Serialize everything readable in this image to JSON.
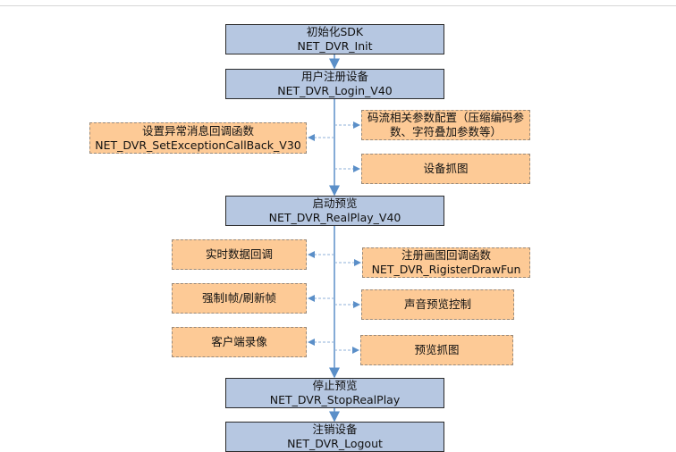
{
  "colors": {
    "main_fill": "#b6c7e1",
    "side_fill": "#fdca96",
    "flow_line": "#5b8fc8"
  },
  "main_steps": [
    {
      "title": "初始化SDK",
      "func": "NET_DVR_Init"
    },
    {
      "title": "用户注册设备",
      "func": "NET_DVR_Login_V40"
    },
    {
      "title": "启动预览",
      "func": "NET_DVR_RealPlay_V40"
    },
    {
      "title": "停止预览",
      "func": "NET_DVR_StopRealPlay"
    },
    {
      "title": "注销设备",
      "func": "NET_DVR_Logout"
    }
  ],
  "side_steps": [
    {
      "title": "设置异常消息回调函数",
      "func": "NET_DVR_SetExceptionCallBack_V30"
    },
    {
      "title": "码流相关参数配置（压缩编码参数、字符叠加参数等）",
      "func": ""
    },
    {
      "title": "设备抓图",
      "func": ""
    },
    {
      "title": "实时数据回调",
      "func": ""
    },
    {
      "title": "注册画图回调函数",
      "func": "NET_DVR_RigisterDrawFun"
    },
    {
      "title": "强制I帧/刷新帧",
      "func": ""
    },
    {
      "title": "声音预览控制",
      "func": ""
    },
    {
      "title": "客户端录像",
      "func": ""
    },
    {
      "title": "预览抓图",
      "func": ""
    }
  ]
}
